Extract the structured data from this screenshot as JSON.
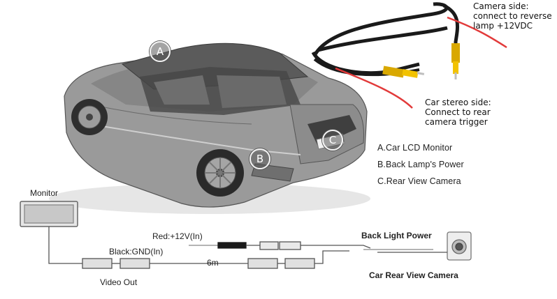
{
  "callouts": {
    "camera_side": [
      "Camera side:",
      "connect to reverse",
      "lamp +12VDC"
    ],
    "stereo_side": [
      "Car stereo side:",
      "Connect to rear",
      "camera trigger"
    ]
  },
  "markers": {
    "a": "A",
    "b": "B",
    "c": "C"
  },
  "legend": {
    "a": "A.Car LCD Monitor",
    "b": "B.Back Lamp's Power",
    "c": "C.Rear View Camera"
  },
  "wiring": {
    "monitor": "Monitor",
    "red_wire": "Red:+12V(In)",
    "black_wire": "Black:GND(In)",
    "length": "6m",
    "video_out": "Video Out",
    "back_light_power": "Back Light Power",
    "rear_camera": "Car Rear View Camera"
  },
  "colors": {
    "rca_yellow": "#f2c200",
    "red_wire": "#e23a3a",
    "cable_black": "#1a1a1a"
  }
}
